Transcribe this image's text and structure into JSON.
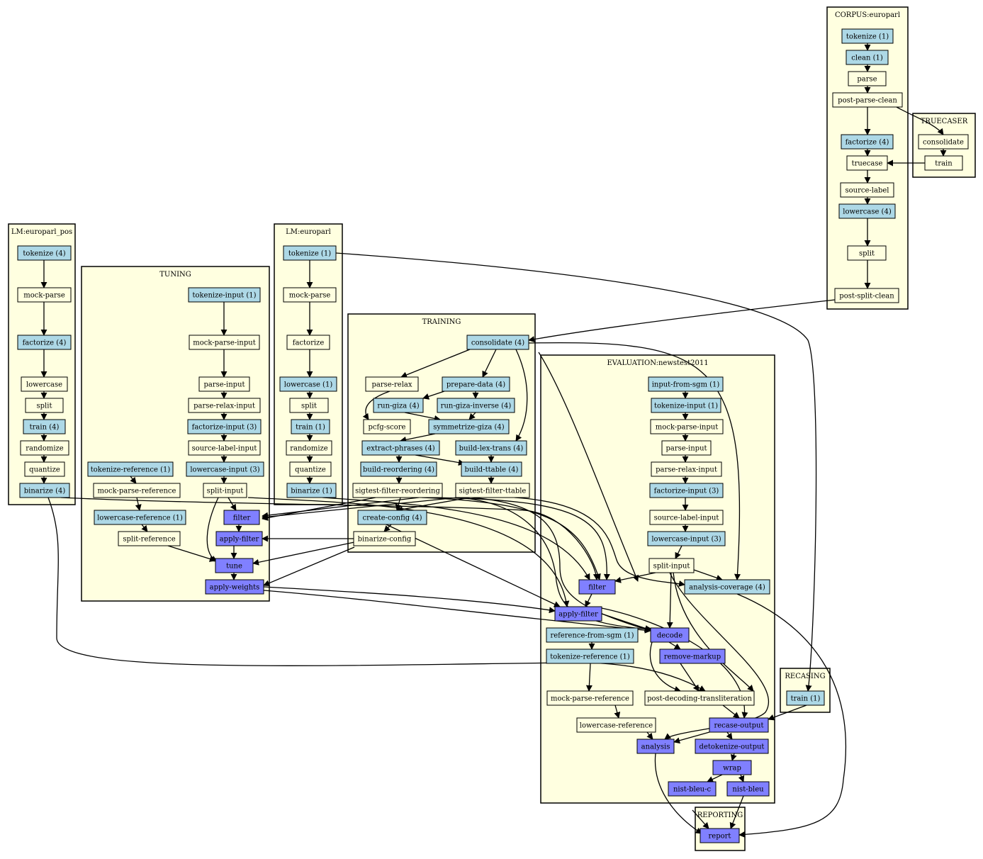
{
  "colors": {
    "cluster_fill": "#ffffe0",
    "done": "#add8e6",
    "todo": "#8080ff",
    "plain": "#ffffe0",
    "line": "#000000"
  },
  "clusters": [
    {
      "id": "corpus",
      "label": "CORPUS:europarl"
    },
    {
      "id": "truecaser",
      "label": "TRUECASER"
    },
    {
      "id": "lmpos",
      "label": "LM:europarl_pos"
    },
    {
      "id": "tuning",
      "label": "TUNING"
    },
    {
      "id": "lm",
      "label": "LM:europarl"
    },
    {
      "id": "training",
      "label": "TRAINING"
    },
    {
      "id": "eval",
      "label": "EVALUATION:newstest2011"
    },
    {
      "id": "recasing",
      "label": "RECASING"
    },
    {
      "id": "reporting",
      "label": "REPORTING"
    }
  ],
  "nodes": [
    {
      "id": "c_tok",
      "label": "tokenize (1)",
      "status": "done"
    },
    {
      "id": "c_clean",
      "label": "clean (1)",
      "status": "done"
    },
    {
      "id": "c_parse",
      "label": "parse",
      "status": "plain"
    },
    {
      "id": "c_ppc",
      "label": "post-parse-clean",
      "status": "plain"
    },
    {
      "id": "c_fact",
      "label": "factorize (4)",
      "status": "done"
    },
    {
      "id": "c_true",
      "label": "truecase",
      "status": "plain"
    },
    {
      "id": "c_src",
      "label": "source-label",
      "status": "plain"
    },
    {
      "id": "c_low",
      "label": "lowercase (4)",
      "status": "done"
    },
    {
      "id": "c_split",
      "label": "split",
      "status": "plain"
    },
    {
      "id": "c_psc",
      "label": "post-split-clean",
      "status": "plain"
    },
    {
      "id": "tc_cons",
      "label": "consolidate",
      "status": "plain"
    },
    {
      "id": "tc_train",
      "label": "train",
      "status": "plain"
    },
    {
      "id": "lp_tok",
      "label": "tokenize (4)",
      "status": "done"
    },
    {
      "id": "lp_mock",
      "label": "mock-parse",
      "status": "plain"
    },
    {
      "id": "lp_fact",
      "label": "factorize (4)",
      "status": "done"
    },
    {
      "id": "lp_low",
      "label": "lowercase",
      "status": "plain"
    },
    {
      "id": "lp_split",
      "label": "split",
      "status": "plain"
    },
    {
      "id": "lp_train",
      "label": "train (4)",
      "status": "done"
    },
    {
      "id": "lp_rand",
      "label": "randomize",
      "status": "plain"
    },
    {
      "id": "lp_quant",
      "label": "quantize",
      "status": "plain"
    },
    {
      "id": "lp_bin",
      "label": "binarize (4)",
      "status": "done"
    },
    {
      "id": "t_tokin",
      "label": "tokenize-input (1)",
      "status": "done"
    },
    {
      "id": "t_mockin",
      "label": "mock-parse-input",
      "status": "plain"
    },
    {
      "id": "t_parsein",
      "label": "parse-input",
      "status": "plain"
    },
    {
      "id": "t_prin",
      "label": "parse-relax-input",
      "status": "plain"
    },
    {
      "id": "t_factin",
      "label": "factorize-input (3)",
      "status": "done"
    },
    {
      "id": "t_slin",
      "label": "source-label-input",
      "status": "plain"
    },
    {
      "id": "t_lowin",
      "label": "lowercase-input (3)",
      "status": "done"
    },
    {
      "id": "t_tokref",
      "label": "tokenize-reference (1)",
      "status": "done"
    },
    {
      "id": "t_mockref",
      "label": "mock-parse-reference",
      "status": "plain"
    },
    {
      "id": "t_splitin",
      "label": "split-input",
      "status": "plain"
    },
    {
      "id": "t_lowref",
      "label": "lowercase-reference (1)",
      "status": "done"
    },
    {
      "id": "t_filter",
      "label": "filter",
      "status": "todo"
    },
    {
      "id": "t_splitref",
      "label": "split-reference",
      "status": "plain"
    },
    {
      "id": "t_apf",
      "label": "apply-filter",
      "status": "todo"
    },
    {
      "id": "t_tune",
      "label": "tune",
      "status": "todo"
    },
    {
      "id": "t_apw",
      "label": "apply-weights",
      "status": "todo"
    },
    {
      "id": "l_tok",
      "label": "tokenize (1)",
      "status": "done"
    },
    {
      "id": "l_mock",
      "label": "mock-parse",
      "status": "plain"
    },
    {
      "id": "l_fact",
      "label": "factorize",
      "status": "plain"
    },
    {
      "id": "l_low",
      "label": "lowercase (1)",
      "status": "done"
    },
    {
      "id": "l_split",
      "label": "split",
      "status": "plain"
    },
    {
      "id": "l_train",
      "label": "train (1)",
      "status": "done"
    },
    {
      "id": "l_rand",
      "label": "randomize",
      "status": "plain"
    },
    {
      "id": "l_quant",
      "label": "quantize",
      "status": "plain"
    },
    {
      "id": "l_bin",
      "label": "binarize (1)",
      "status": "done"
    },
    {
      "id": "tr_cons",
      "label": "consolidate (4)",
      "status": "done"
    },
    {
      "id": "tr_prel",
      "label": "parse-relax",
      "status": "plain"
    },
    {
      "id": "tr_prep",
      "label": "prepare-data (4)",
      "status": "done"
    },
    {
      "id": "tr_giza",
      "label": "run-giza (4)",
      "status": "done"
    },
    {
      "id": "tr_gizainv",
      "label": "run-giza-inverse (4)",
      "status": "done"
    },
    {
      "id": "tr_pcfg",
      "label": "pcfg-score",
      "status": "plain"
    },
    {
      "id": "tr_sym",
      "label": "symmetrize-giza (4)",
      "status": "done"
    },
    {
      "id": "tr_ext",
      "label": "extract-phrases (4)",
      "status": "done"
    },
    {
      "id": "tr_lex",
      "label": "build-lex-trans (4)",
      "status": "done"
    },
    {
      "id": "tr_reord",
      "label": "build-reordering (4)",
      "status": "done"
    },
    {
      "id": "tr_ttable",
      "label": "build-ttable (4)",
      "status": "done"
    },
    {
      "id": "tr_sfr",
      "label": "sigtest-filter-reordering",
      "status": "plain"
    },
    {
      "id": "tr_sft",
      "label": "sigtest-filter-ttable",
      "status": "plain"
    },
    {
      "id": "tr_cc",
      "label": "create-config (4)",
      "status": "done"
    },
    {
      "id": "tr_bc",
      "label": "binarize-config",
      "status": "plain"
    },
    {
      "id": "e_ifs",
      "label": "input-from-sgm (1)",
      "status": "done"
    },
    {
      "id": "e_tokin",
      "label": "tokenize-input (1)",
      "status": "done"
    },
    {
      "id": "e_mockin",
      "label": "mock-parse-input",
      "status": "plain"
    },
    {
      "id": "e_parsein",
      "label": "parse-input",
      "status": "plain"
    },
    {
      "id": "e_prin",
      "label": "parse-relax-input",
      "status": "plain"
    },
    {
      "id": "e_factin",
      "label": "factorize-input (3)",
      "status": "done"
    },
    {
      "id": "e_slin",
      "label": "source-label-input",
      "status": "plain"
    },
    {
      "id": "e_lowin",
      "label": "lowercase-input (3)",
      "status": "done"
    },
    {
      "id": "e_splitin",
      "label": "split-input",
      "status": "plain"
    },
    {
      "id": "e_filter",
      "label": "filter",
      "status": "todo"
    },
    {
      "id": "e_cov",
      "label": "analysis-coverage (4)",
      "status": "done"
    },
    {
      "id": "e_apf",
      "label": "apply-filter",
      "status": "todo"
    },
    {
      "id": "e_rfs",
      "label": "reference-from-sgm (1)",
      "status": "done"
    },
    {
      "id": "e_decode",
      "label": "decode",
      "status": "todo"
    },
    {
      "id": "e_tokref",
      "label": "tokenize-reference (1)",
      "status": "done"
    },
    {
      "id": "e_rmm",
      "label": "remove-markup",
      "status": "todo"
    },
    {
      "id": "e_mockref",
      "label": "mock-parse-reference",
      "status": "plain"
    },
    {
      "id": "e_pdt",
      "label": "post-decoding-transliteration",
      "status": "plain"
    },
    {
      "id": "e_lowref",
      "label": "lowercase-reference",
      "status": "plain"
    },
    {
      "id": "e_recase",
      "label": "recase-output",
      "status": "todo"
    },
    {
      "id": "e_analysis",
      "label": "analysis",
      "status": "todo"
    },
    {
      "id": "e_detok",
      "label": "detokenize-output",
      "status": "todo"
    },
    {
      "id": "e_wrap",
      "label": "wrap",
      "status": "todo"
    },
    {
      "id": "e_nbc",
      "label": "nist-bleu-c",
      "status": "todo"
    },
    {
      "id": "e_nb",
      "label": "nist-bleu",
      "status": "todo"
    },
    {
      "id": "rc_train",
      "label": "train (1)",
      "status": "done"
    },
    {
      "id": "rp_report",
      "label": "report",
      "status": "todo"
    }
  ]
}
